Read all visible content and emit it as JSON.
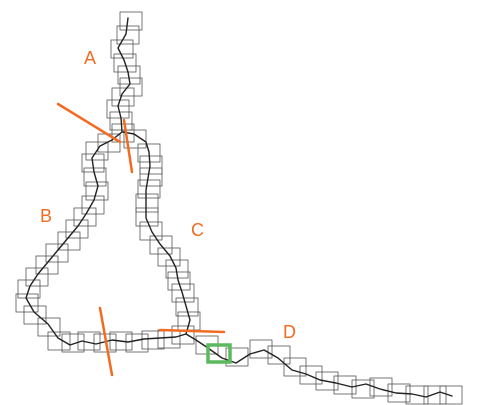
{
  "labels": {
    "a": "A",
    "b": "B",
    "c": "C",
    "d": "D"
  },
  "colors": {
    "label": "#f26b21",
    "cut_line": "#f26b21",
    "box_stroke": "#555555",
    "path": "#222222",
    "highlight": "#5cb85c",
    "background": "#ffffff"
  }
}
